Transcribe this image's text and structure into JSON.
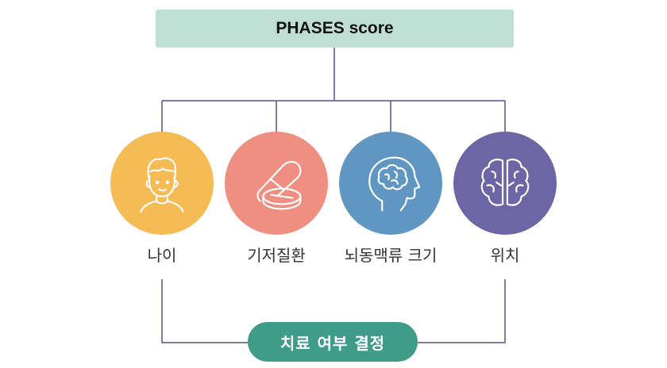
{
  "title": "PHASES score",
  "factors": [
    {
      "label": "나이",
      "icon": "person-icon",
      "color": "#f5bb55"
    },
    {
      "label": "기저질환",
      "icon": "pill-icon",
      "color": "#ee8f82"
    },
    {
      "label": "뇌동맥류 크기",
      "icon": "head-brain-icon",
      "color": "#5f97c2"
    },
    {
      "label": "위치",
      "icon": "brain-icon",
      "color": "#6e66a4"
    }
  ],
  "result": "치료 여부 결정",
  "colors": {
    "title_bg": "#c0dfd4",
    "line": "#54518a",
    "result_bg": "#3f9c88"
  }
}
